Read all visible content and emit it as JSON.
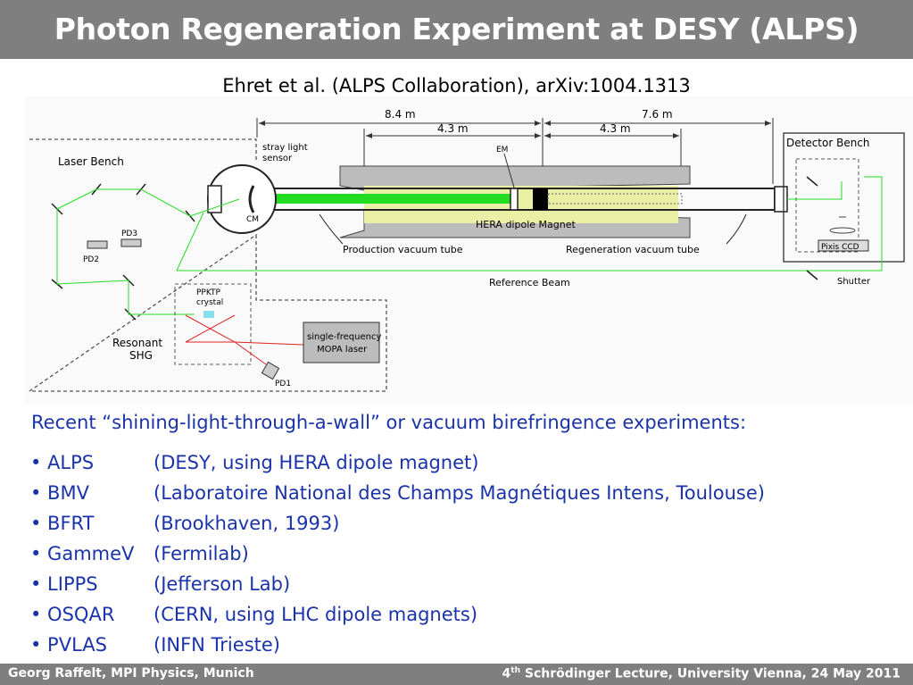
{
  "slide": {
    "title": "Photon Regeneration Experiment at DESY (ALPS)",
    "subtitle": "Ehret et al. (ALPS Collaboration), arXiv:1004.1313"
  },
  "diagram": {
    "dim_total_left": "8.4 m",
    "dim_total_right": "7.6 m",
    "dim_half_left": "4.3 m",
    "dim_half_right": "4.3 m",
    "laser_bench": "Laser Bench",
    "detector_bench": "Detector Bench",
    "stray_light_1": "stray light",
    "stray_light_2": "sensor",
    "em": "EM",
    "cm": "CM",
    "pd1": "PD1",
    "pd2": "PD2",
    "pd3": "PD3",
    "hera": "HERA dipole Magnet",
    "production_tube": "Production vacuum tube",
    "regeneration_tube": "Regeneration vacuum tube",
    "reference_beam": "Reference Beam",
    "shutter": "Shutter",
    "pixis": "Pixis CCD",
    "ppktp_1": "PPKTP",
    "ppktp_2": "crystal",
    "shg_1": "Resonant",
    "shg_2": "SHG",
    "mopa_1": "single-frequency",
    "mopa_2": "MOPA laser"
  },
  "intro": "Recent “shining-light-through-a-wall” or vacuum birefringence experiments:",
  "experiments": [
    {
      "name": "• ALPS",
      "desc": "(DESY, using HERA dipole magnet)"
    },
    {
      "name": "• BMV",
      "desc": "(Laboratoire National des Champs Magnétiques Intens, Toulouse)"
    },
    {
      "name": "• BFRT",
      "desc": "(Brookhaven, 1993)"
    },
    {
      "name": "• GammeV",
      "desc": "(Fermilab)"
    },
    {
      "name": "• LIPPS",
      "desc": "(Jefferson Lab)"
    },
    {
      "name": "• OSQAR",
      "desc": "(CERN, using LHC dipole magnets)"
    },
    {
      "name": "• PVLAS",
      "desc": "(INFN Trieste)"
    }
  ],
  "footer": {
    "left": "Georg Raffelt, MPI Physics, Munich",
    "right_num": "4",
    "right_sup": "th",
    "right_rest": " Schrödinger Lecture, University Vienna, 24 May 2011"
  },
  "colors": {
    "title_bar": "#7f7f7f",
    "body_text_blue": "#1a33a8",
    "beam_green": "#22dd22",
    "magnet_yellow": "#e9f0a6",
    "laser_red": "#e02020"
  }
}
